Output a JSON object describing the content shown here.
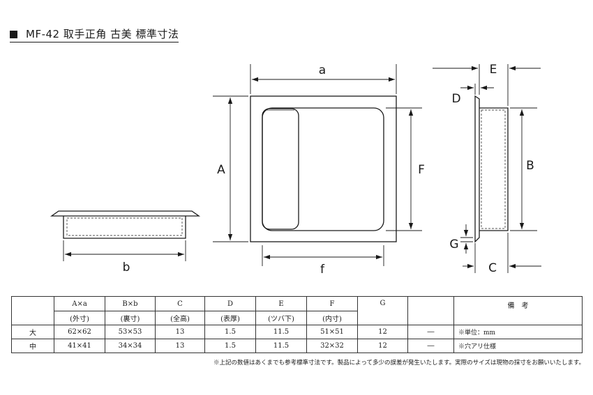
{
  "title": "MF-42 取手正角 古美 標準寸法",
  "diagram": {
    "labels": {
      "a": "a",
      "A": "A",
      "F": "F",
      "f": "f",
      "b": "b",
      "E": "E",
      "D": "D",
      "B": "B",
      "G": "G",
      "C": "C"
    }
  },
  "table": {
    "headers": [
      {
        "code": "A×a",
        "desc": "(外寸)"
      },
      {
        "code": "B×b",
        "desc": "(裏寸)"
      },
      {
        "code": "C",
        "desc": "(全高)"
      },
      {
        "code": "D",
        "desc": "(表厚)"
      },
      {
        "code": "E",
        "desc": "(ツバ下)"
      },
      {
        "code": "F",
        "desc": "(内寸)"
      },
      {
        "code": "G",
        "desc": ""
      },
      {
        "code": "",
        "desc": ""
      }
    ],
    "remarks_header": "備　考",
    "rows": [
      {
        "size": "大",
        "cells": [
          "62×62",
          "53×53",
          "13",
          "1.5",
          "11.5",
          "51×51",
          "12",
          "―"
        ],
        "remark": "※単位：mm"
      },
      {
        "size": "中",
        "cells": [
          "41×41",
          "34×34",
          "13",
          "1.5",
          "11.5",
          "32×32",
          "12",
          "―"
        ],
        "remark": "※穴アリ仕様"
      }
    ]
  },
  "footnote": "※上記の数値はあくまでも参考標準寸法です。製品によって多少の誤差が発生いたします。実際のサイズは現物の採寸をお願いいたします。"
}
